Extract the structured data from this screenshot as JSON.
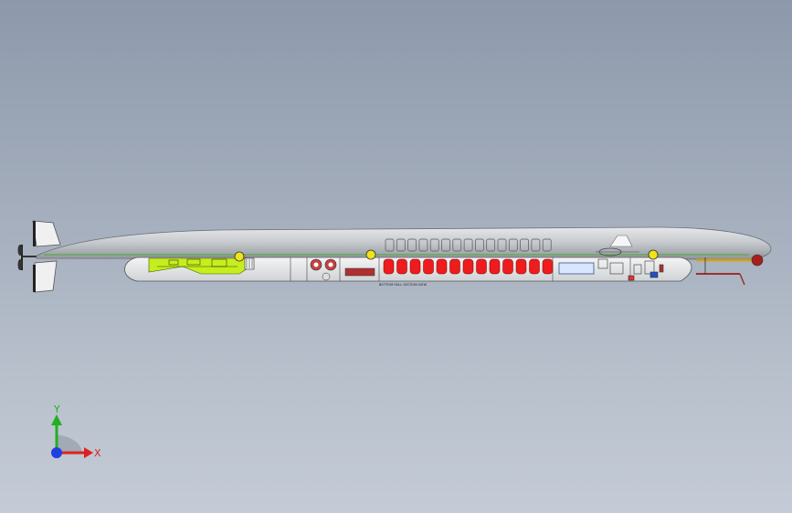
{
  "viewport": {
    "background_top": "#8d99ab",
    "background_bottom": "#c4cbd6"
  },
  "model": {
    "hull_color": "#c8cccf",
    "fuel_section_color": "#c6ee1e",
    "seat_color": "#ee1c1c",
    "marker_color": "#f2e21a",
    "seat_count": 13,
    "window_count": 15,
    "hull_label": "BOTTOM HULL SECTION VIEW"
  },
  "triad": {
    "x_label": "X",
    "y_label": "Y",
    "x_color": "#e02020",
    "y_color": "#20b020",
    "z_color": "#1f3fe0"
  }
}
